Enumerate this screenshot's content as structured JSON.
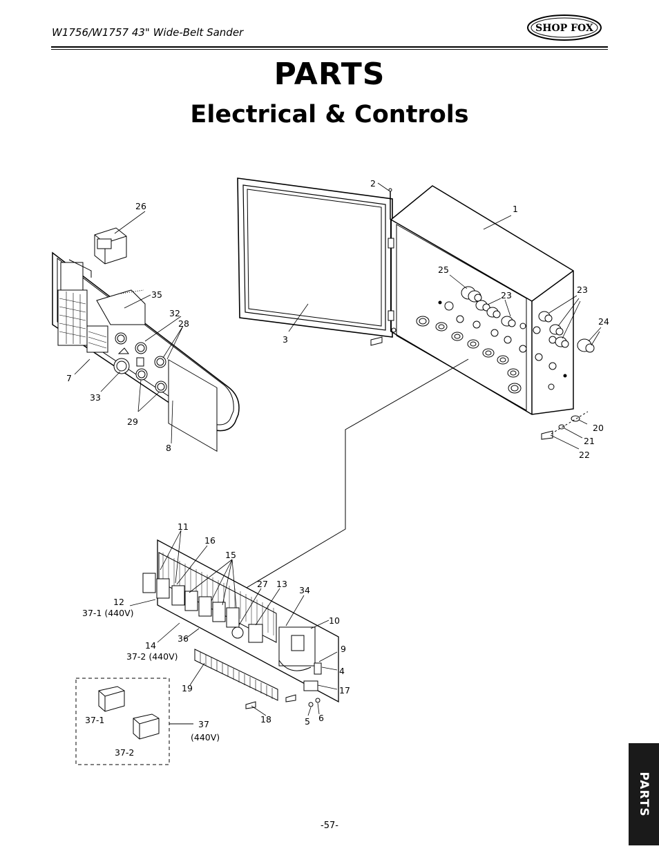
{
  "header": {
    "title": "W1756/W1757 43\" Wide-Belt Sander",
    "logo_text": "SHOP FOX"
  },
  "page": {
    "heading": "PARTS",
    "subheading": "Electrical & Controls",
    "number": "-57-"
  },
  "side_tab": {
    "label": "PARTS"
  },
  "callouts": {
    "c1": "1",
    "c2": "2",
    "c3": "3",
    "c4": "4",
    "c5": "5",
    "c6": "6",
    "c7": "7",
    "c8": "8",
    "c9": "9",
    "c10": "10",
    "c11": "11",
    "c12": "12",
    "c13": "13",
    "c14": "14",
    "c15": "15",
    "c16": "16",
    "c17": "17",
    "c18": "18",
    "c19": "19",
    "c20": "20",
    "c21": "21",
    "c22": "22",
    "c23a": "23",
    "c23b": "23",
    "c24": "24",
    "c25": "25",
    "c26": "26",
    "c27": "27",
    "c28": "28",
    "c29": "29",
    "c32": "32",
    "c33": "33",
    "c34": "34",
    "c35": "35",
    "c36": "36",
    "c37": "37",
    "c37_note": "(440V)",
    "c37_1": "37-1",
    "c37_2": "37-2",
    "c37_1_440": "37-1 (440V)",
    "c37_2_440": "37-2 (440V)"
  }
}
